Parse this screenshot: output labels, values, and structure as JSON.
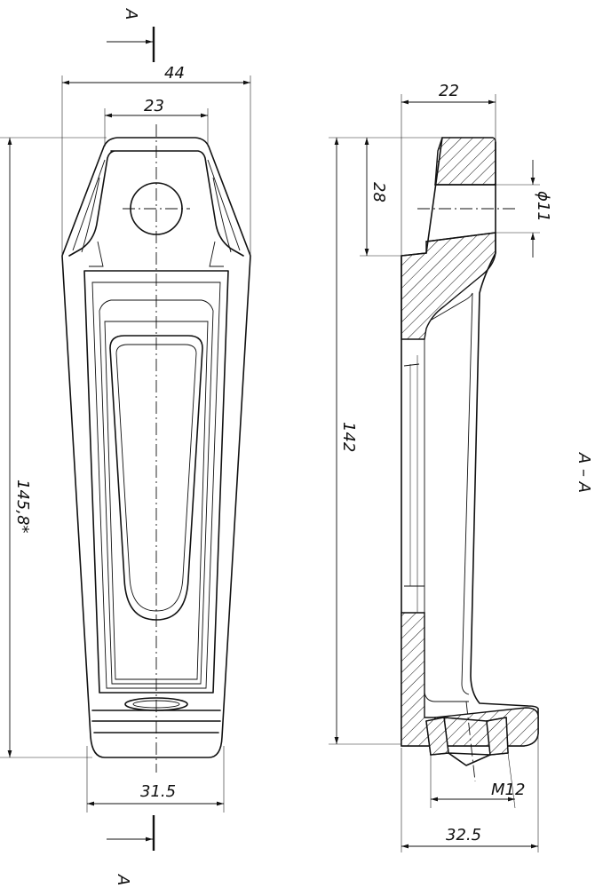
{
  "dimensions": {
    "front_width": "44",
    "front_top_width": "23",
    "front_height": "145,8*",
    "front_bottom_width": "31.5",
    "section_width": "22",
    "section_hole_offset": "28",
    "section_hole_diameter": "ϕ11",
    "section_height": "142",
    "section_thread": "M12",
    "section_bottom_length": "32.5"
  },
  "labels": {
    "cut_top": "A",
    "cut_bottom": "A",
    "section_title": "A – A"
  }
}
